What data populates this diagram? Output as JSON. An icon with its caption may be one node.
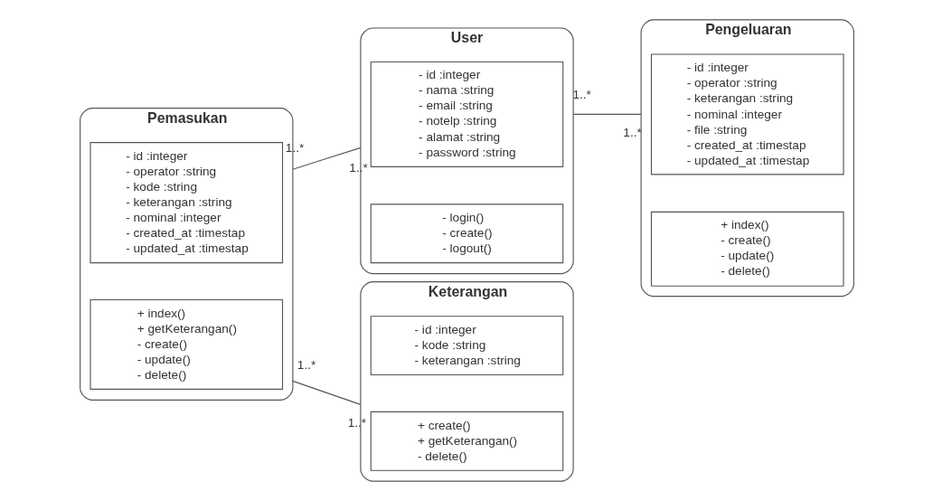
{
  "diagram": {
    "nodes": [
      {
        "text": [
          "Pemasukan"
        ]
      },
      {
        "text": [
          "- id :integer",
          "- operator :string",
          "- kode :string",
          "- keterangan :string",
          "- nominal :integer",
          "- created_at :timestap",
          "- updated_at :timestap"
        ],
        "in": 0
      },
      {
        "text": [
          "+ index()",
          "+ getKeterangan()",
          "- create()",
          "- update()",
          "- delete()"
        ],
        "in": 0
      },
      {
        "text": [
          "User"
        ]
      },
      {
        "text": [
          "- id :integer",
          "- nama :string",
          "- email :string",
          "- notelp :string",
          "- alamat :string",
          "- password :string"
        ],
        "in": 3
      },
      {
        "text": [
          "- login()",
          "- create()",
          "- logout()"
        ],
        "in": 3
      },
      {
        "text": [
          "Pengeluaran"
        ]
      },
      {
        "text": [
          "- id :integer",
          "- operator :string",
          "- keterangan :string",
          "- nominal :integer",
          "- file :string",
          "- created_at :timestap",
          "- updated_at :timestap"
        ],
        "in": 6
      },
      {
        "text": [
          "+ index()",
          "- create()",
          "- update()",
          "- delete()"
        ],
        "in": 6
      },
      {
        "text": [
          "Keterangan"
        ]
      },
      {
        "text": [
          "- id :integer",
          "- kode :string",
          "- keterangan :string"
        ],
        "in": 9
      },
      {
        "text": [
          "+ create()",
          "+ getKeterangan()",
          "- delete()"
        ],
        "in": 9
      }
    ],
    "edges": [
      {
        "from": 0,
        "to": 3,
        "arrow": "none"
      },
      {
        "from": 3,
        "to": 6,
        "arrow": "none"
      },
      {
        "from": 0,
        "to": 9,
        "arrow": "none"
      }
    ],
    "labels": [
      "1..*",
      "1..*",
      "1..*",
      "1..*",
      "1..*",
      "1..*"
    ]
  }
}
